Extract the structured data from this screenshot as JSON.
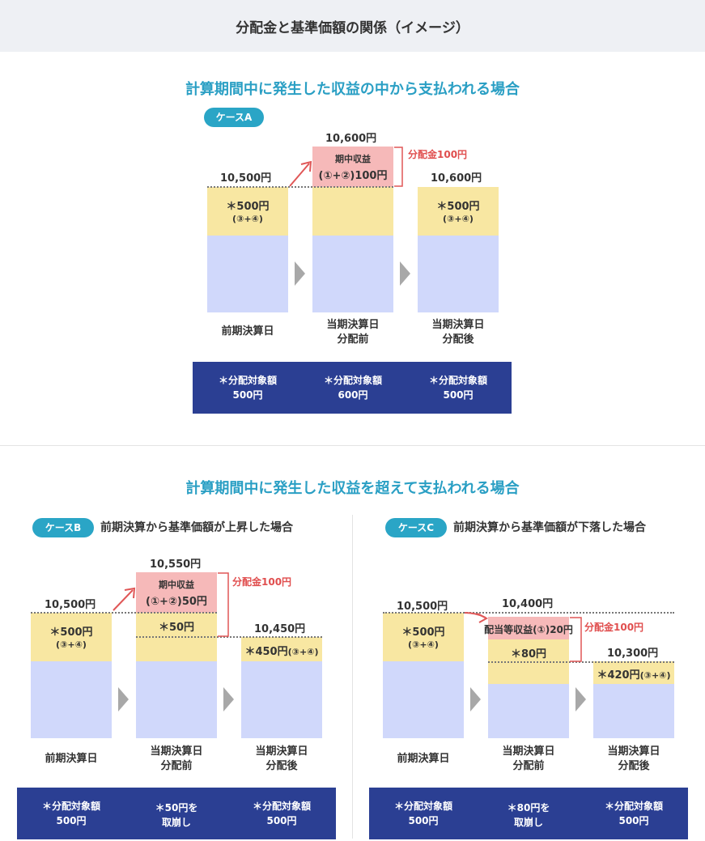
{
  "header": {
    "title": "分配金と基準価額の関係（イメージ）"
  },
  "section1": {
    "title": "計算期間中に発生した収益の中から支払われる場合",
    "case_a": {
      "badge": "ケースA",
      "price_prev": "10,500円",
      "price_before": "10,600円",
      "price_after": "10,600円",
      "prev_star": "＊500円",
      "prev_sub": "(③+④)",
      "income_line1": "期中収益",
      "income_line2": "(①+②)100円",
      "dist_label": "分配金100円",
      "after_star": "＊500円",
      "after_sub": "(③+④)",
      "label_prev": "前期決算日",
      "label_before_1": "当期決算日",
      "label_before_2": "分配前",
      "label_after_1": "当期決算日",
      "label_after_2": "分配後",
      "bar": [
        {
          "l1": "＊分配対象額",
          "l2": "500円"
        },
        {
          "l1": "＊分配対象額",
          "l2": "600円"
        },
        {
          "l1": "＊分配対象額",
          "l2": "500円"
        }
      ]
    }
  },
  "section2": {
    "title": "計算期間中に発生した収益を超えて支払われる場合",
    "case_b": {
      "badge": "ケースB",
      "desc": "前期決算から基準価額が上昇した場合",
      "price_prev": "10,500円",
      "price_before": "10,550円",
      "price_after": "10,450円",
      "prev_star": "＊500円",
      "prev_sub": "(③+④)",
      "income_line1": "期中収益",
      "income_line2": "(①+②)50円",
      "star50": "＊50円",
      "dist_label": "分配金100円",
      "after_star": "＊450円",
      "after_sub": "(③+④)",
      "label_prev": "前期決算日",
      "label_before_1": "当期決算日",
      "label_before_2": "分配前",
      "label_after_1": "当期決算日",
      "label_after_2": "分配後",
      "bar": [
        {
          "l1": "＊分配対象額",
          "l2": "500円"
        },
        {
          "l1": "＊50円を",
          "l2": "取崩し"
        },
        {
          "l1": "＊分配対象額",
          "l2": "500円"
        }
      ]
    },
    "case_c": {
      "badge": "ケースC",
      "desc": "前期決算から基準価額が下落した場合",
      "price_prev": "10,500円",
      "price_before": "10,400円",
      "price_after": "10,300円",
      "prev_star": "＊500円",
      "prev_sub": "(③+④)",
      "income_line": "配当等収益(①)20円",
      "star80": "＊80円",
      "dist_label": "分配金100円",
      "after_star": "＊420円",
      "after_sub": "(③+④)",
      "label_prev": "前期決算日",
      "label_before_1": "当期決算日",
      "label_before_2": "分配前",
      "label_after_1": "当期決算日",
      "label_after_2": "分配後",
      "bar": [
        {
          "l1": "＊分配対象額",
          "l2": "500円"
        },
        {
          "l1": "＊80円を",
          "l2": "取崩し"
        },
        {
          "l1": "＊分配対象額",
          "l2": "500円"
        }
      ]
    }
  },
  "colors": {
    "accent": "#2aa5c6",
    "bar": "#2b3f93",
    "distribution": "#e04e4e",
    "blue_block": "#d0d8fb",
    "yellow_block": "#f8e7a2",
    "pink_block": "#f6b9b9"
  }
}
